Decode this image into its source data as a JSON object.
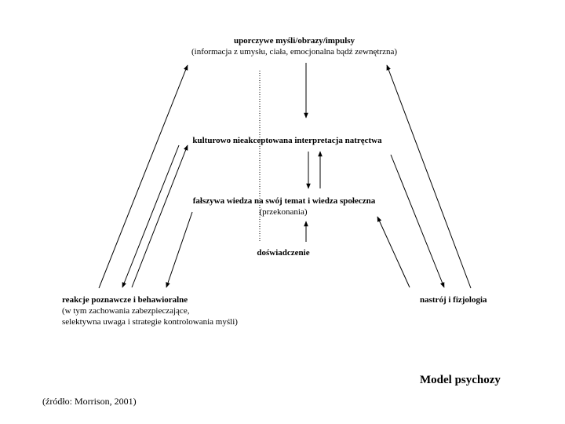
{
  "nodes": {
    "top": {
      "title": "uporczywe myśli/obrazy/impulsy",
      "subtitle": "(informacja z umysłu, ciała, emocjonalna bądź zewnętrzna)"
    },
    "interpretation": {
      "title": "kulturowo nieakceptowana interpretacja natręctwa"
    },
    "beliefs": {
      "title": "fałszywa wiedza na swój temat i wiedza społeczna",
      "subtitle": "(przekonania)"
    },
    "experience": {
      "title": "doświadczenie"
    },
    "reactions": {
      "title": "reakcje poznawcze i behawioralne",
      "line1": "(w tym zachowania zabezpieczające,",
      "line2": "selektywna uwaga i strategie kontrolowania myśli)"
    },
    "mood": {
      "title": "nastrój i fizjologia"
    }
  },
  "model_title": "Model psychozy",
  "source": "(źródło: Morrison, 2001)"
}
